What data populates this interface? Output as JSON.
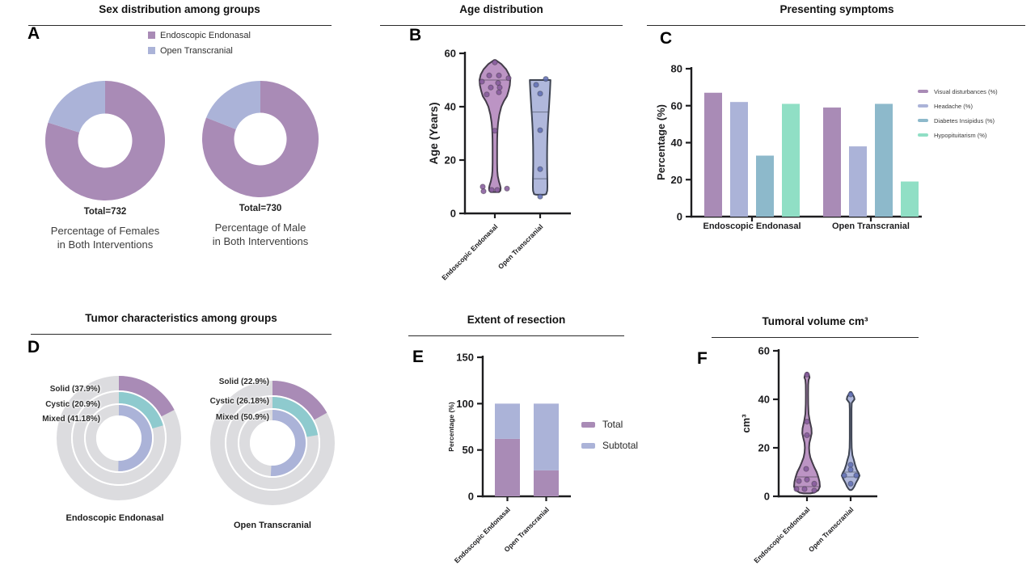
{
  "colors": {
    "purple": "#a98bb6",
    "lavender": "#abb3d8",
    "teal": "#8db9cb",
    "mint": "#90dfc5",
    "cystic_teal": "#8ecace",
    "gray": "#dcdcdf",
    "axis": "#1d1d1f",
    "violin_purple_fill": "#b78cbf",
    "violin_purple_stroke": "#433c49",
    "dot_purple": "#84589a",
    "violin_blue_fill": "#aab3d9",
    "violin_blue_stroke": "#3e4452",
    "dot_blue": "#5f6cb3"
  },
  "chart_data": [
    {
      "panel_label": "A",
      "type": "pie",
      "title": "Sex distribution among groups",
      "legend": [
        {
          "label": "Endoscopic Endonasal",
          "color": "purple"
        },
        {
          "label": "Open Transcranial",
          "color": "lavender"
        }
      ],
      "donuts": [
        {
          "total_label": "Total=732",
          "caption": [
            "Percentage of Females",
            "in Both Interventions"
          ],
          "slices": [
            {
              "label": "Endoscopic Endonasal",
              "pct": 79.9,
              "color": "purple"
            },
            {
              "label": "Open Transcranial",
              "pct": 20.1,
              "color": "lavender"
            }
          ]
        },
        {
          "total_label": "Total=730",
          "caption": [
            "Percentage of Male",
            "in Both Interventions"
          ],
          "slices": [
            {
              "label": "Endoscopic Endonasal",
              "pct": 81.0,
              "color": "purple"
            },
            {
              "label": "Open Transcranial",
              "pct": 19.0,
              "color": "lavender"
            }
          ]
        }
      ]
    },
    {
      "panel_label": "B",
      "type": "violin",
      "title": "Age distribution",
      "ylabel": "Age (Years)",
      "ylim": [
        0,
        60
      ],
      "yticks": [
        0,
        20,
        40,
        60
      ],
      "violins": [
        {
          "category": "Endoscopic Endonasal",
          "color_fill": "violin_purple_fill",
          "color_stroke": "violin_purple_stroke",
          "dot_color": "dot_purple",
          "profile": [
            [
              57.5,
              1
            ],
            [
              56,
              8
            ],
            [
              54,
              14
            ],
            [
              52,
              17.5
            ],
            [
              50,
              19
            ],
            [
              48,
              18.5
            ],
            [
              46,
              17
            ],
            [
              44,
              15
            ],
            [
              42,
              11
            ],
            [
              40,
              8
            ],
            [
              37,
              5.5
            ],
            [
              34,
              4
            ],
            [
              31,
              3.2
            ],
            [
              28,
              2.9
            ],
            [
              25,
              2.8
            ],
            [
              22,
              2.8
            ],
            [
              19,
              2.8
            ],
            [
              16,
              3
            ],
            [
              14,
              3.6
            ],
            [
              12,
              5
            ],
            [
              10.5,
              6.5
            ],
            [
              9.5,
              7.2
            ],
            [
              8.5,
              6.8
            ],
            [
              8,
              5
            ]
          ],
          "lines": [
            [
              50,
              18.5
            ]
          ],
          "points": [
            [
              56.6,
              0
            ],
            [
              51.7,
              -7
            ],
            [
              51.7,
              5
            ],
            [
              49.4,
              -16
            ],
            [
              48.9,
              4
            ],
            [
              50.7,
              17
            ],
            [
              47.2,
              -5
            ],
            [
              47.2,
              6
            ],
            [
              44.6,
              -10
            ],
            [
              45.4,
              5
            ],
            [
              31,
              0
            ],
            [
              10,
              -15
            ],
            [
              8.3,
              -14
            ],
            [
              8.8,
              -4
            ],
            [
              8.8,
              3
            ],
            [
              9.3,
              15
            ]
          ]
        },
        {
          "category": "Open Transcranial",
          "color_fill": "violin_blue_fill",
          "color_stroke": "violin_blue_stroke",
          "dot_color": "dot_blue",
          "profile": [
            [
              50,
              12.8
            ],
            [
              48,
              12.5
            ],
            [
              46,
              12.2
            ],
            [
              44,
              11.8
            ],
            [
              42,
              11.4
            ],
            [
              40,
              11
            ],
            [
              37,
              10.3
            ],
            [
              34,
              9.7
            ],
            [
              31,
              9.2
            ],
            [
              28,
              8.9
            ],
            [
              25,
              8.7
            ],
            [
              22,
              8.6
            ],
            [
              19,
              8.6
            ],
            [
              16,
              8.7
            ],
            [
              13,
              8.9
            ],
            [
              10,
              9
            ],
            [
              8.5,
              8.8
            ],
            [
              7.2,
              7.5
            ],
            [
              7,
              5
            ]
          ],
          "lines": [
            [
              38,
              10.5
            ],
            [
              13,
              8.8
            ]
          ],
          "points": [
            [
              48.2,
              -5
            ],
            [
              50.4,
              7
            ],
            [
              44.9,
              0
            ],
            [
              31.2,
              0
            ],
            [
              16.6,
              0
            ],
            [
              6.3,
              0
            ]
          ]
        }
      ]
    },
    {
      "panel_label": "C",
      "type": "bar",
      "title": "Presenting symptoms",
      "ylabel": "Percentage (%)",
      "ylim": [
        0,
        80
      ],
      "yticks": [
        0,
        20,
        40,
        60,
        80
      ],
      "categories": [
        "Endoscopic Endonasal",
        "Open Transcranial"
      ],
      "series": [
        {
          "name": "Visual disturbances (%)",
          "color": "purple",
          "values": [
            67,
            59
          ]
        },
        {
          "name": "Headache (%)",
          "color": "lavender",
          "values": [
            62,
            38
          ]
        },
        {
          "name": "Diabetes Insipidus (%)",
          "color": "teal",
          "values": [
            33,
            61
          ]
        },
        {
          "name": "Hypopituitarism (%)",
          "color": "mint",
          "values": [
            61,
            19
          ]
        }
      ]
    },
    {
      "panel_label": "D",
      "type": "pie",
      "title": "Tumor characteristics among groups",
      "donuts": [
        {
          "category": "Endoscopic Endonasal",
          "rings": [
            {
              "label": "Solid (37.9%)",
              "pct": 37.9,
              "color": "purple",
              "shown_deg": 63
            },
            {
              "label": "Cystic (20.9%)",
              "pct": 20.9,
              "color": "cystic_teal",
              "shown_deg": 74
            },
            {
              "label": "Mixed (41.18%)",
              "pct": 41.18,
              "color": "lavender",
              "shown_deg": 181
            }
          ]
        },
        {
          "category": "Open Transcranial",
          "rings": [
            {
              "label": "Solid (22.9%)",
              "pct": 22.9,
              "color": "purple",
              "shown_deg": 61
            },
            {
              "label": "Cystic (26.18%)",
              "pct": 26.18,
              "color": "cystic_teal",
              "shown_deg": 80
            },
            {
              "label": "Mixed (50.9%)",
              "pct": 50.9,
              "color": "lavender",
              "shown_deg": 183
            }
          ]
        }
      ]
    },
    {
      "panel_label": "E",
      "type": "bar",
      "title": "Extent of resection",
      "ylabel": "Percentage (%)",
      "ylim": [
        0,
        150
      ],
      "yticks": [
        0,
        50,
        100,
        150
      ],
      "stacked": true,
      "categories": [
        "Endoscopic Endonasal",
        "Open Transcranial"
      ],
      "series": [
        {
          "name": "Total",
          "color": "purple",
          "values": [
            62,
            28
          ]
        },
        {
          "name": "Subtotal",
          "color": "lavender",
          "values": [
            38,
            72
          ]
        }
      ]
    },
    {
      "panel_label": "F",
      "type": "violin",
      "title": "Tumoral volume cm³",
      "ylabel": "cm³",
      "ylim": [
        0,
        60
      ],
      "yticks": [
        0,
        20,
        40,
        60
      ],
      "violins": [
        {
          "category": "Endoscopic Endonasal",
          "color_fill": "violin_purple_fill",
          "color_stroke": "violin_purple_stroke",
          "dot_color": "dot_purple",
          "profile": [
            [
              51,
              0.5
            ],
            [
              50,
              2.5
            ],
            [
              49,
              3.2
            ],
            [
              48,
              2
            ],
            [
              46,
              1.5
            ],
            [
              42,
              1.4
            ],
            [
              38,
              1.5
            ],
            [
              34,
              2
            ],
            [
              31,
              3.5
            ],
            [
              28,
              5.5
            ],
            [
              26,
              5.8
            ],
            [
              24,
              4.5
            ],
            [
              22,
              3
            ],
            [
              20,
              2.6
            ],
            [
              18,
              3
            ],
            [
              16,
              4.2
            ],
            [
              14,
              6.5
            ],
            [
              12,
              9
            ],
            [
              10,
              12
            ],
            [
              8,
              14
            ],
            [
              6,
              15.5
            ],
            [
              4,
              16
            ],
            [
              2.5,
              14
            ],
            [
              1.5,
              9
            ],
            [
              1.2,
              4
            ]
          ],
          "lines": [
            [
              25,
              4
            ],
            [
              8,
              13
            ],
            [
              4,
              15.5
            ]
          ],
          "points": [
            [
              50.2,
              0
            ],
            [
              30.8,
              0
            ],
            [
              25.2,
              0
            ],
            [
              11.3,
              -1
            ],
            [
              6.9,
              0
            ],
            [
              6.3,
              -10
            ],
            [
              5.2,
              9
            ],
            [
              3,
              -13
            ],
            [
              3,
              -3
            ],
            [
              2.4,
              9
            ]
          ]
        },
        {
          "category": "Open Transcranial",
          "color_fill": "violin_blue_fill",
          "color_stroke": "violin_blue_stroke",
          "dot_color": "dot_blue",
          "profile": [
            [
              43,
              0.8
            ],
            [
              42,
              2.5
            ],
            [
              41,
              4.2
            ],
            [
              40,
              4.8
            ],
            [
              39.2,
              3
            ],
            [
              38.5,
              1.4
            ],
            [
              36,
              1.1
            ],
            [
              32,
              1.1
            ],
            [
              28,
              1.1
            ],
            [
              24,
              1.1
            ],
            [
              20,
              1.3
            ],
            [
              17,
              2.2
            ],
            [
              15,
              4
            ],
            [
              13,
              5.5
            ],
            [
              11,
              7.5
            ],
            [
              9.5,
              10
            ],
            [
              8.5,
              11
            ],
            [
              7,
              9
            ],
            [
              5.5,
              6.5
            ],
            [
              4,
              4.5
            ],
            [
              3,
              2.5
            ],
            [
              2.6,
              1
            ]
          ],
          "lines": [
            [
              10,
              8
            ],
            [
              8,
              10.5
            ]
          ],
          "points": [
            [
              42,
              0
            ],
            [
              13,
              0
            ],
            [
              11,
              0
            ],
            [
              8.6,
              -8
            ],
            [
              8.6,
              7
            ],
            [
              5.2,
              0
            ]
          ]
        }
      ]
    }
  ]
}
